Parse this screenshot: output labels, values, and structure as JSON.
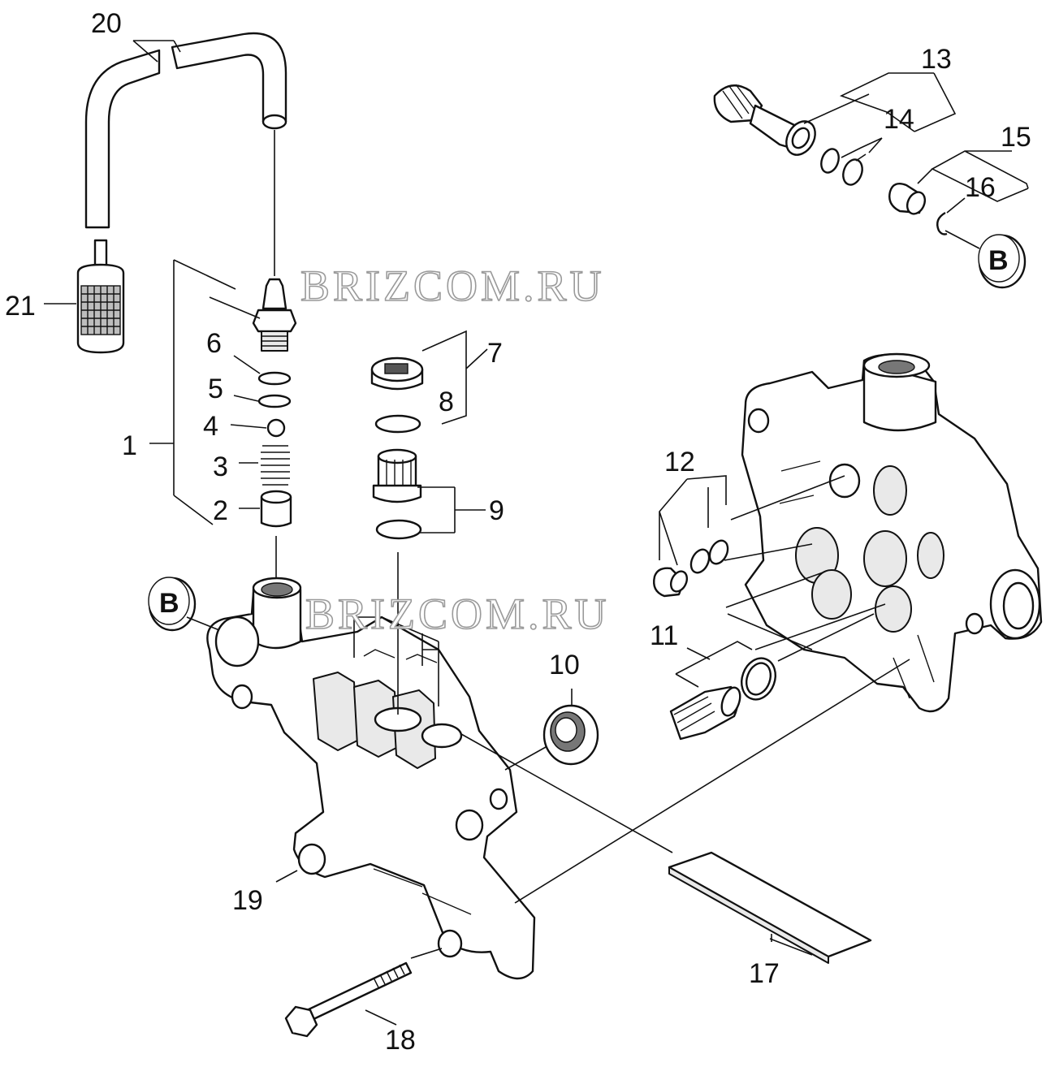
{
  "watermarks": [
    "BRIZCOM.RU",
    "BRIZCOM.RU"
  ],
  "labels": {
    "l1": "1",
    "l2": "2",
    "l3": "3",
    "l4": "4",
    "l5": "5",
    "l6": "6",
    "l7": "7",
    "l8": "8",
    "l9": "9",
    "l10": "10",
    "l11": "11",
    "l12": "12",
    "l13": "13",
    "l14": "14",
    "l15": "15",
    "l16": "16",
    "l17": "17",
    "l18": "18",
    "l19": "19",
    "l20": "20",
    "l21": "21"
  },
  "badges": {
    "top": "B",
    "left": "B"
  }
}
